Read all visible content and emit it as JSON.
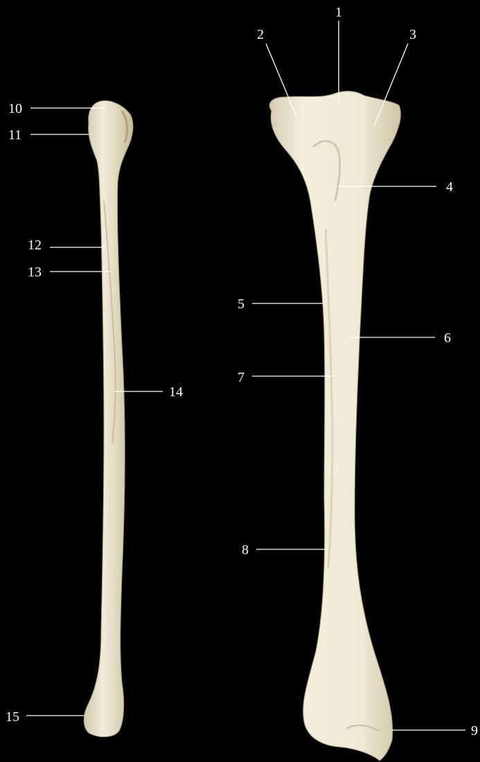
{
  "colors": {
    "background": "#000000",
    "bone": "#efe9d6",
    "bone_shadow": "#b9ad8a",
    "label": "#ffffff"
  },
  "labels": {
    "l1": "1",
    "l2": "2",
    "l3": "3",
    "l4": "4",
    "l5": "5",
    "l6": "6",
    "l7": "7",
    "l8": "8",
    "l9": "9",
    "l10": "10",
    "l11": "11",
    "l12": "12",
    "l13": "13",
    "l14": "14",
    "l15": "15"
  }
}
